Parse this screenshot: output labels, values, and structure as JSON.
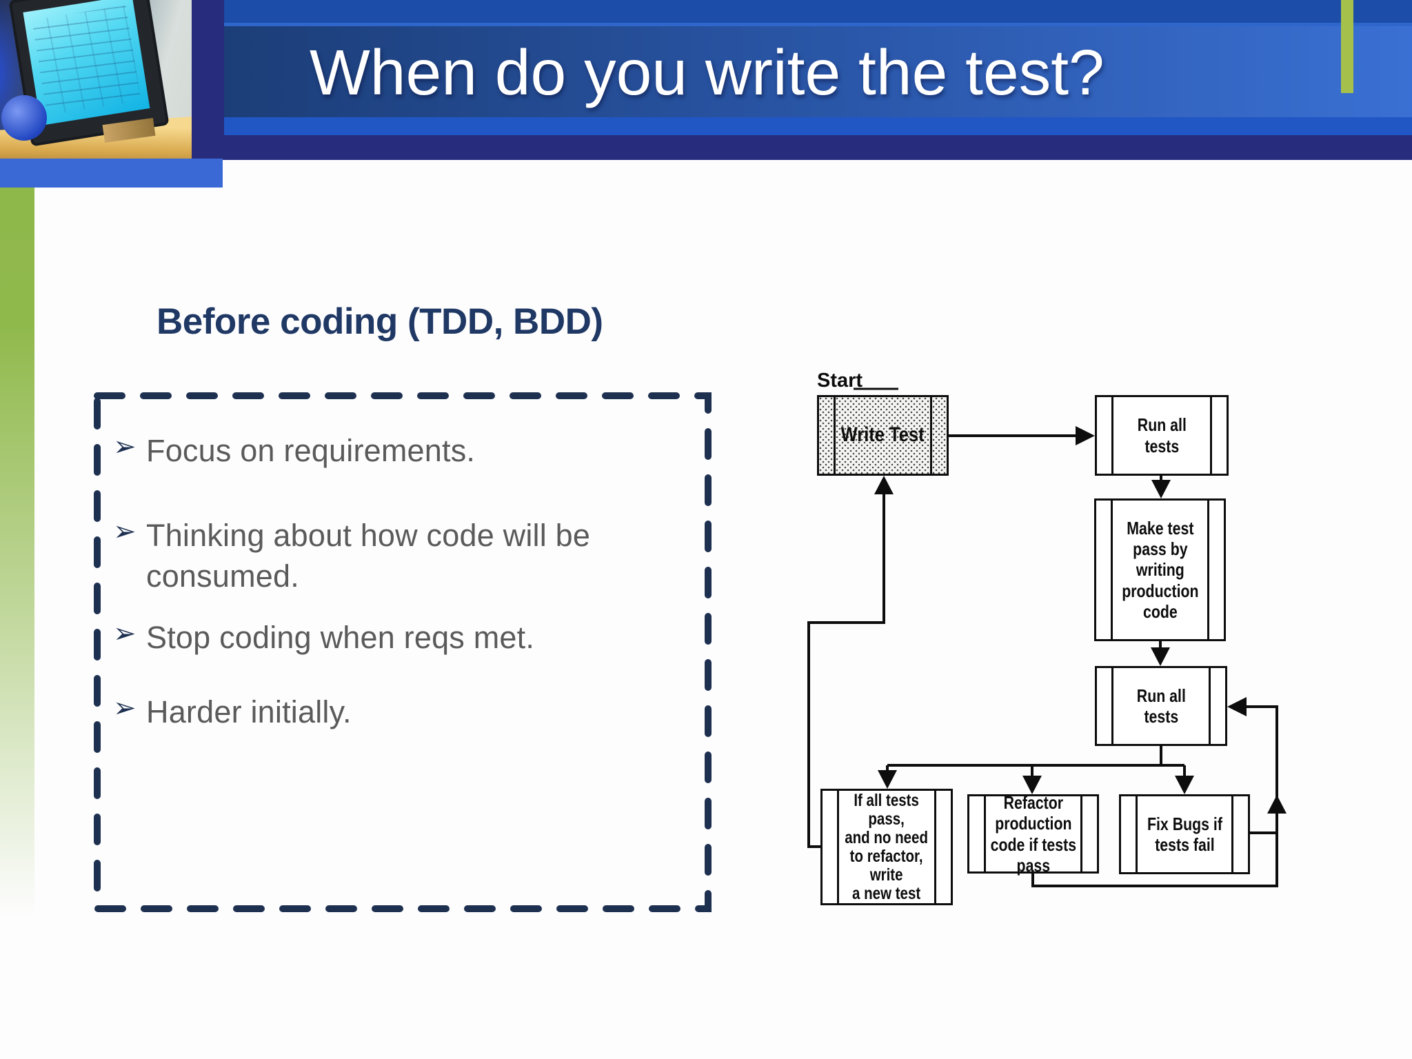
{
  "slide": {
    "title": "When do you write the test?",
    "heading": "Before coding (TDD, BDD)"
  },
  "bullets": {
    "marker": "➢",
    "items": [
      {
        "lines": [
          "Focus on requirements."
        ]
      },
      {
        "lines": [
          "Thinking about how code will be",
          "consumed."
        ]
      },
      {
        "lines": [
          "Stop coding when reqs met."
        ]
      },
      {
        "lines": [
          "Harder initially."
        ]
      }
    ]
  },
  "flowchart": {
    "start_label": "Start",
    "boxes": {
      "write_test": "Write Test",
      "run_all_1": "Run all\ntests",
      "make_pass": "Make test\npass by\nwriting\nproduction\ncode",
      "run_all_2": "Run all\ntests",
      "if_all_pass": "If all tests\npass,\nand no need\nto refactor,\nwrite\na new test",
      "refactor": "Refactor\nproduction\ncode if tests\npass",
      "fix_bugs": "Fix Bugs if\ntests fail"
    }
  },
  "colors": {
    "header_navy": "#272c7d",
    "band_top_blue": "#1b4da9",
    "band_gradient_left": "#1c3e78",
    "band_gradient_right": "#3a70d3",
    "band_strip_blue": "#2156c5",
    "accent_green": "#a6c14b",
    "left_bar_green": "#8fb84b",
    "under_photo_blue": "#3a69d6",
    "heading_navy": "#1f3864",
    "bullet_text_gray": "#5a5a5a",
    "dash_navy": "#1e3050",
    "flow_ink": "#0d0d0d"
  }
}
